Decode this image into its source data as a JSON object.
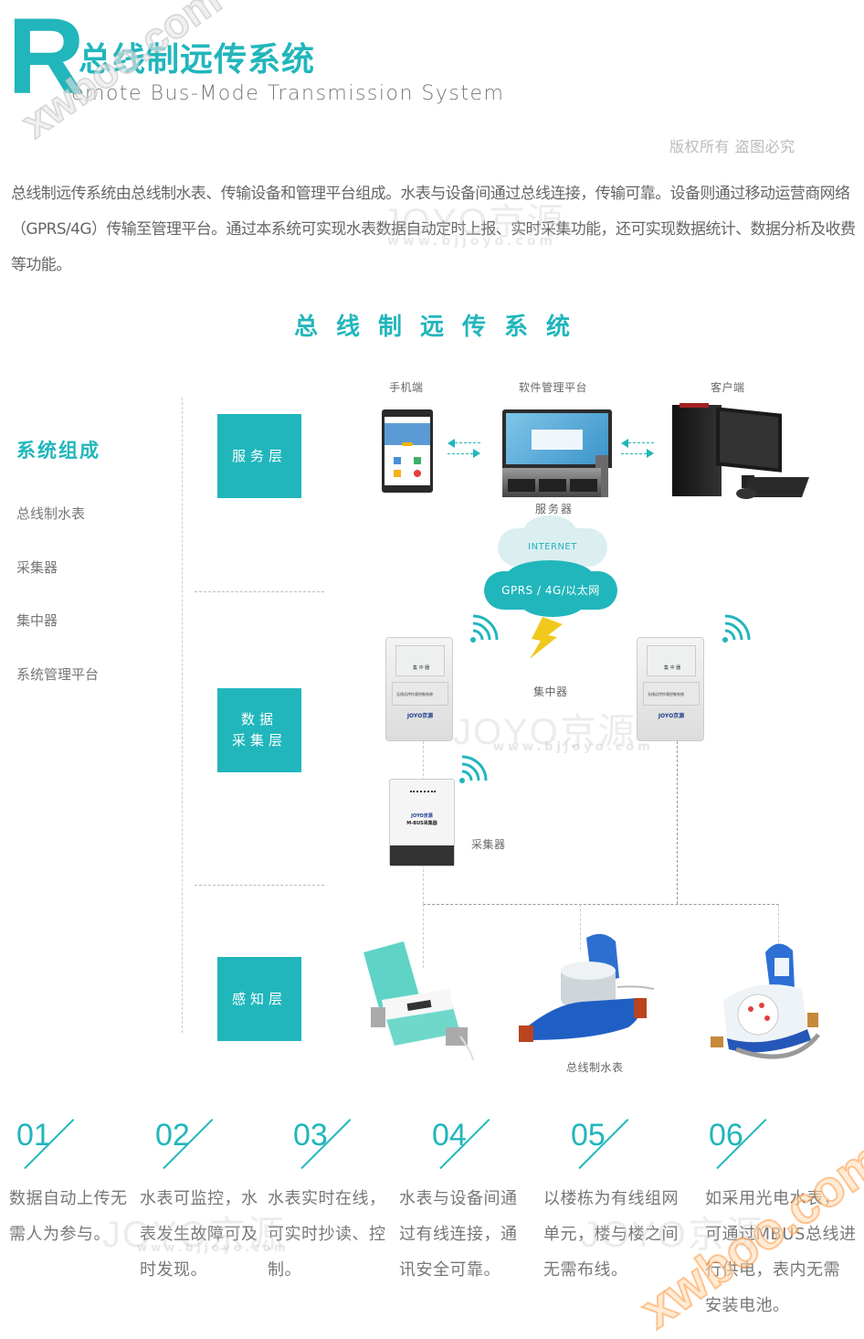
{
  "header": {
    "initial": "R",
    "title_cn": "总线制远传系统",
    "title_en": "emote Bus-Mode Transmission System",
    "copyright": "版权所有  盗图必究"
  },
  "intro": "总线制远传系统由总线制水表、传输设备和管理平台组成。水表与设备间通过总线连接，传输可靠。设备则通过移动运营商网络（GPRS/4G）传输至管理平台。通过本系统可实现水表数据自动定时上报、实时采集功能，还可实现数据统计、数据分析及收费等功能。",
  "diagram": {
    "title": "总线制远传系统",
    "sidebar": {
      "title": "系统组成",
      "items": [
        "总线制水表",
        "采集器",
        "集中器",
        "系统管理平台"
      ]
    },
    "layers": [
      {
        "label": "服务层"
      },
      {
        "label": "数据\n采集层",
        "line1": "数据",
        "line2": "采集层"
      },
      {
        "label": "感知层"
      }
    ],
    "labels": {
      "mobile": "手机端",
      "platform": "软件管理平台",
      "client": "客户端",
      "server": "服务器",
      "internet": "INTERNET",
      "network": "GPRS / 4G/以太网",
      "concentrator": "集中器",
      "collector": "采集器",
      "meters": "总线制水表"
    },
    "device_text": {
      "concentrator_screen": "集 中 器",
      "concentrator_panel": "无线远传抄表控制系统",
      "brand": "JOYO京源",
      "collector_name": "M-BUS采集器"
    },
    "colors": {
      "accent": "#21b6bc",
      "lightning": "#f2c81e"
    }
  },
  "features": [
    {
      "num": "01",
      "text": "数据自动上传无需人为参与。"
    },
    {
      "num": "02",
      "text": "水表可监控，水表发生故障可及时发现。"
    },
    {
      "num": "03",
      "text": "水表实时在线，可实时抄读、控制。"
    },
    {
      "num": "04",
      "text": "水表与设备间通过有线连接，通讯安全可靠。"
    },
    {
      "num": "05",
      "text": "以楼栋为有线组网单元，楼与楼之间无需布线。"
    },
    {
      "num": "06",
      "text": "如采用光电水表，可通过MBUS总线进行供电，表内无需安装电池。"
    }
  ],
  "watermarks": {
    "site": "xwboo.com",
    "brand": "JOYO京源",
    "brand_url": "www.bjjoyo.com"
  }
}
